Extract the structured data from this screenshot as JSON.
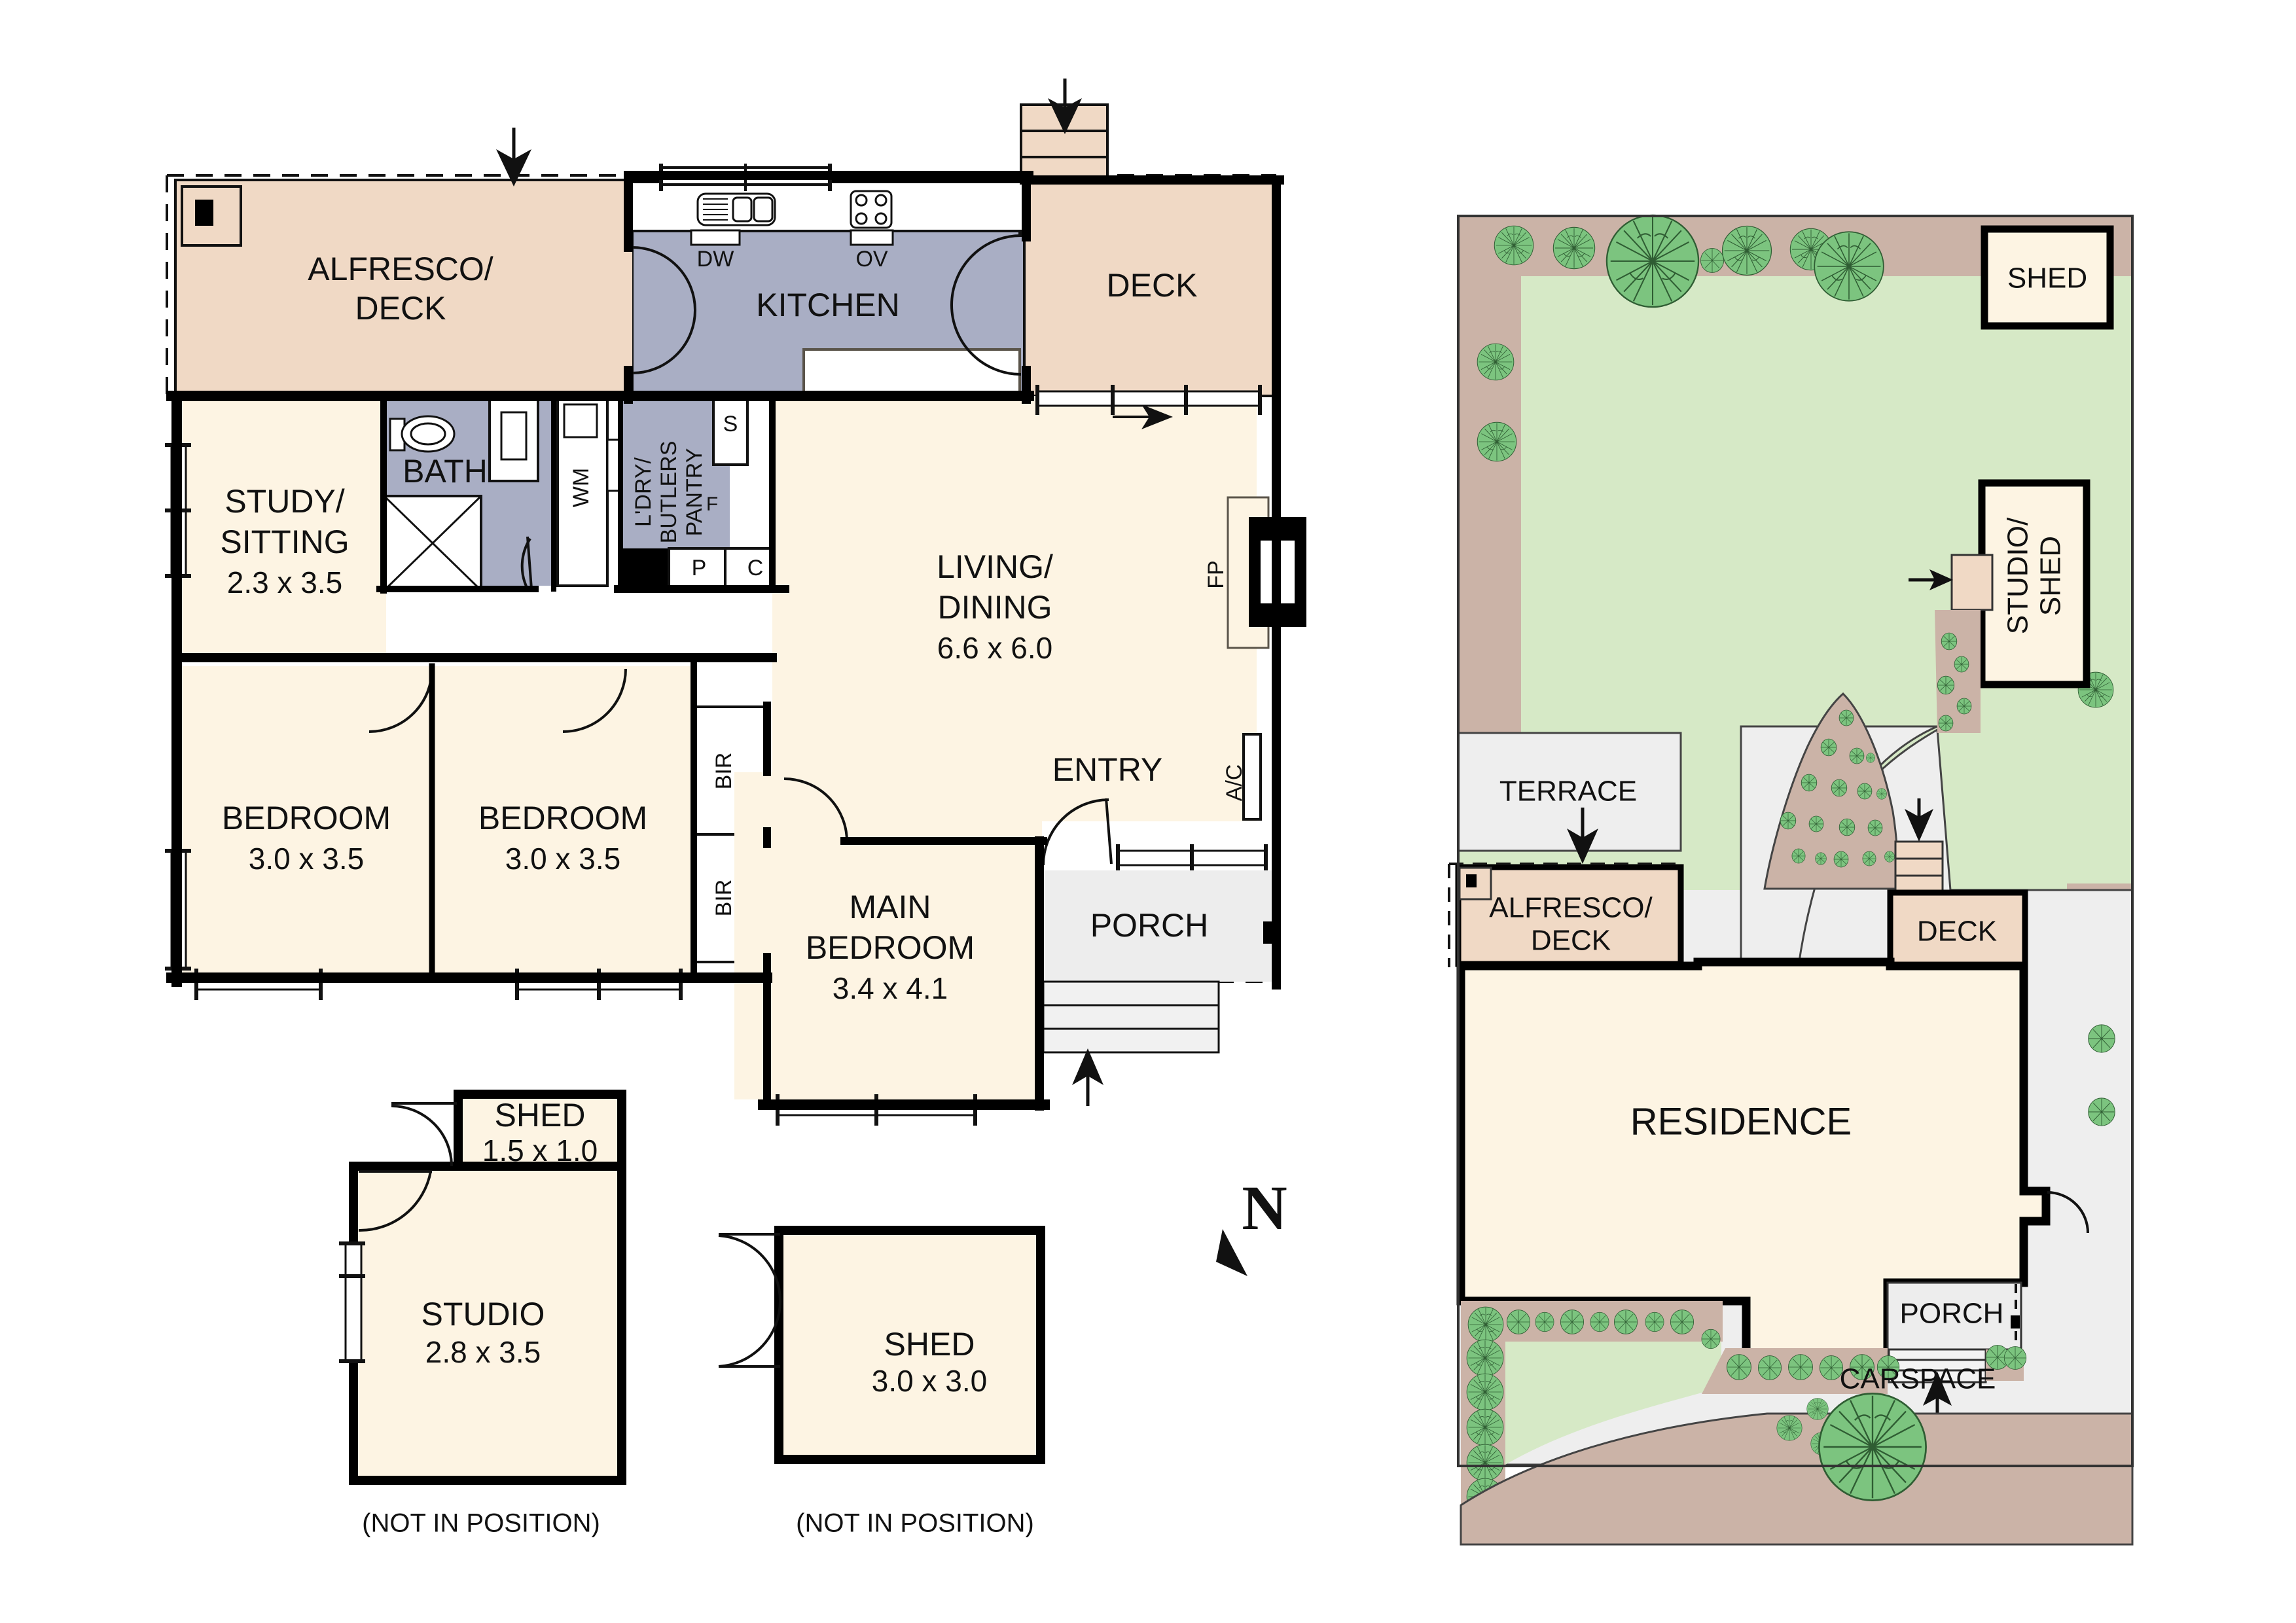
{
  "colors": {
    "wall": "#000000",
    "room_fill": "#fdf4e3",
    "wet_fill": "#a9aec4",
    "deck_fill": "#f0d9c5",
    "porch_fill": "#ededed",
    "paving_fill": "#eeeeee",
    "lawn_fill": "#d6e9c6",
    "garden_fill": "#cbb3a7",
    "tree_fill": "#7cc47f",
    "tree_stroke": "#2f5d33",
    "white": "#ffffff",
    "text": "#111111"
  },
  "floor_plan": {
    "rooms": [
      {
        "id": "alfresco_deck",
        "name": "ALFRESCO/",
        "name2": "DECK",
        "dim": ""
      },
      {
        "id": "kitchen",
        "name": "KITCHEN",
        "dim": ""
      },
      {
        "id": "deck",
        "name": "DECK",
        "dim": ""
      },
      {
        "id": "bath",
        "name": "BATH",
        "dim": ""
      },
      {
        "id": "study_sitting",
        "name": "STUDY/",
        "name2": "SITTING",
        "dim": "2.3 x 3.5"
      },
      {
        "id": "laundry_pantry",
        "name": "L'DRY/",
        "name2": "BUTLERS",
        "name3": "PANTRY",
        "dim": ""
      },
      {
        "id": "living_dining",
        "name": "LIVING/",
        "name2": "DINING",
        "dim": "6.6 x 6.0"
      },
      {
        "id": "bedroom_1",
        "name": "BEDROOM",
        "dim": "3.0 x 3.5"
      },
      {
        "id": "bedroom_2",
        "name": "BEDROOM",
        "dim": "3.0 x 3.5"
      },
      {
        "id": "main_bedroom",
        "name": "MAIN",
        "name2": "BEDROOM",
        "dim": "3.4 x 4.1"
      },
      {
        "id": "entry",
        "name": "ENTRY",
        "dim": ""
      },
      {
        "id": "porch",
        "name": "PORCH",
        "dim": ""
      }
    ],
    "fixture_labels": {
      "dishwasher": "DW",
      "oven": "OV",
      "washing_machine": "WM",
      "sink": "S",
      "fridge": "F",
      "pantry": "P",
      "cupboard": "C",
      "fireplace": "FP",
      "air_conditioner": "A/C",
      "built_in_robe_upper": "BIR",
      "built_in_robe_lower": "BIR"
    },
    "outbuildings": [
      {
        "id": "shed_small",
        "name": "SHED",
        "dim": "1.5 x 1.0"
      },
      {
        "id": "studio",
        "name": "STUDIO",
        "dim": "2.8 x 3.5"
      },
      {
        "id": "shed_large",
        "name": "SHED",
        "dim": "3.0 x 3.0"
      }
    ],
    "notes": [
      {
        "id": "note_studio_shed",
        "text": "(NOT IN POSITION)"
      },
      {
        "id": "note_shed_large",
        "text": "(NOT IN POSITION)"
      }
    ],
    "compass": {
      "label": "N"
    }
  },
  "site_plan": {
    "labels": [
      {
        "id": "site_shed",
        "text": "SHED"
      },
      {
        "id": "site_studio_shed",
        "text": "STUDIO/",
        "text2": "SHED"
      },
      {
        "id": "site_terrace",
        "text": "TERRACE"
      },
      {
        "id": "site_alfresco_deck",
        "text": "ALFRESCO/",
        "text2": "DECK"
      },
      {
        "id": "site_deck",
        "text": "DECK"
      },
      {
        "id": "site_residence",
        "text": "RESIDENCE"
      },
      {
        "id": "site_porch",
        "text": "PORCH"
      },
      {
        "id": "site_carspace",
        "text": "CARSPACE"
      }
    ]
  }
}
